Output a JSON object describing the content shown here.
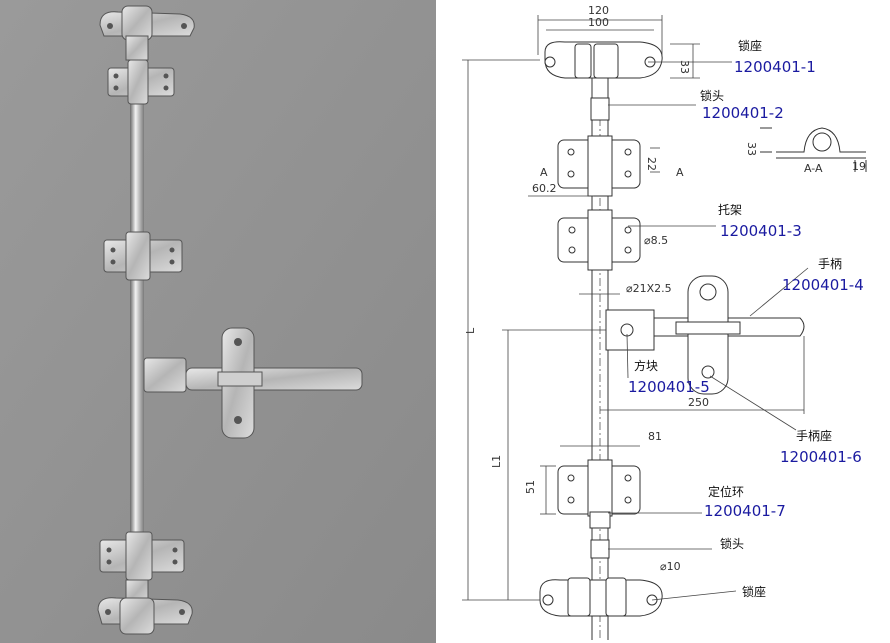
{
  "dimensions": {
    "d120": "120",
    "d100": "100",
    "d33": "33",
    "d22": "22",
    "a_left": "A",
    "a_right": "A",
    "d60_2": "60.2",
    "d8_5": "⌀8.5",
    "d21x2_5": "⌀21X2.5",
    "d250": "250",
    "d81": "81",
    "d51": "51",
    "d10": "⌀10",
    "dL": "L",
    "dL1": "L1",
    "section_33": "33",
    "section_19": "19",
    "section_aa": "A-A"
  },
  "parts": [
    {
      "name": "锁座",
      "code": "1200401-1"
    },
    {
      "name": "锁头",
      "code": "1200401-2"
    },
    {
      "name": "托架",
      "code": "1200401-3"
    },
    {
      "name": "手柄",
      "code": "1200401-4"
    },
    {
      "name": "方块",
      "code": "1200401-5"
    },
    {
      "name": "手柄座",
      "code": "1200401-6"
    },
    {
      "name": "定位环",
      "code": "1200401-7"
    },
    {
      "name": "锁头"
    },
    {
      "name": "锁座"
    }
  ]
}
